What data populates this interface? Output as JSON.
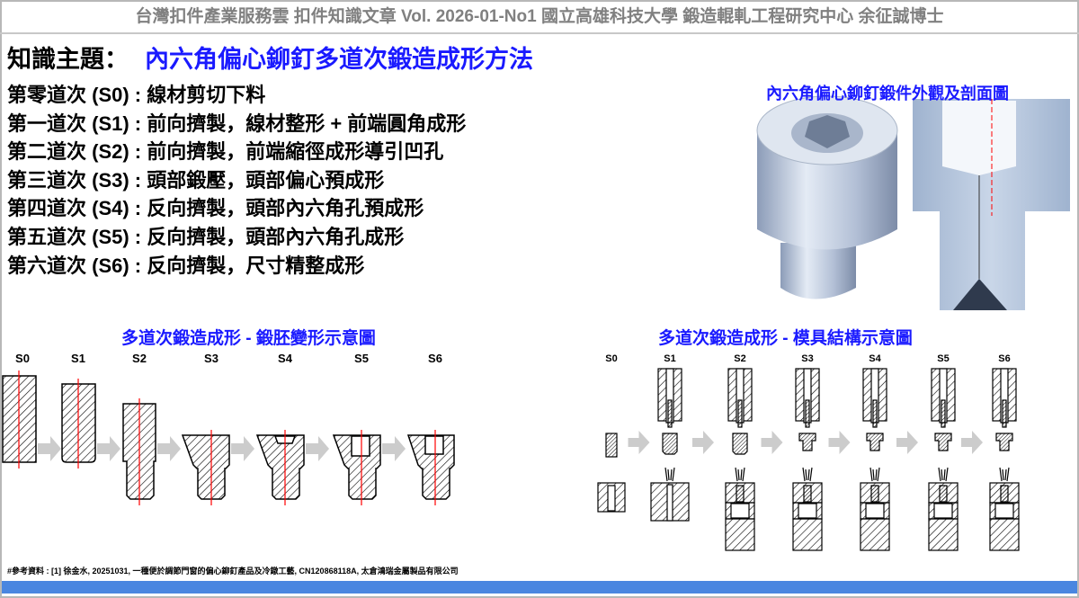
{
  "header": "台灣扣件產業服務雲  扣件知識文章  Vol. 2026-01-No1  國立高雄科技大學  鍛造輥軋工程研究中心  余征誠博士",
  "topic": {
    "label": "知識主題：",
    "title": "內六角偏心鉚釘多道次鍛造成形方法"
  },
  "steps": [
    "第零道次 (S0) : 線材剪切下料",
    "第一道次 (S1) : 前向擠製，線材整形 + 前端圓角成形",
    "第二道次 (S2) : 前向擠製，前端縮徑成形導引凹孔",
    "第三道次 (S3) : 頭部鍛壓，頭部偏心預成形",
    "第四道次 (S4) : 反向擠製，頭部內六角孔預成形",
    "第五道次 (S5) : 反向擠製，頭部內六角孔成形",
    "第六道次 (S6) : 反向擠製，尺寸精整成形"
  ],
  "image_title": "內六角偏心鉚釘鍛件外觀及剖面圖",
  "left_diagram": {
    "title": "多道次鍛造成形 - 鍛胚變形示意圖",
    "stages": [
      "S0",
      "S1",
      "S2",
      "S3",
      "S4",
      "S5",
      "S6"
    ]
  },
  "right_diagram": {
    "title": "多道次鍛造成形 - 模具結構示意圖",
    "stages": [
      "S0",
      "S1",
      "S2",
      "S3",
      "S4",
      "S5",
      "S6"
    ]
  },
  "reference": "#參考資料 : [1] 徐金水, 20251031, 一種便於調節門窗的偏心鉚釘產品及冷鐓工藝, CN120868118A, 太倉鴻瑞金屬製品有限公司",
  "colors": {
    "accent": "#1a1aff",
    "bar": "#4a86e0",
    "centerline": "#ff0000"
  }
}
